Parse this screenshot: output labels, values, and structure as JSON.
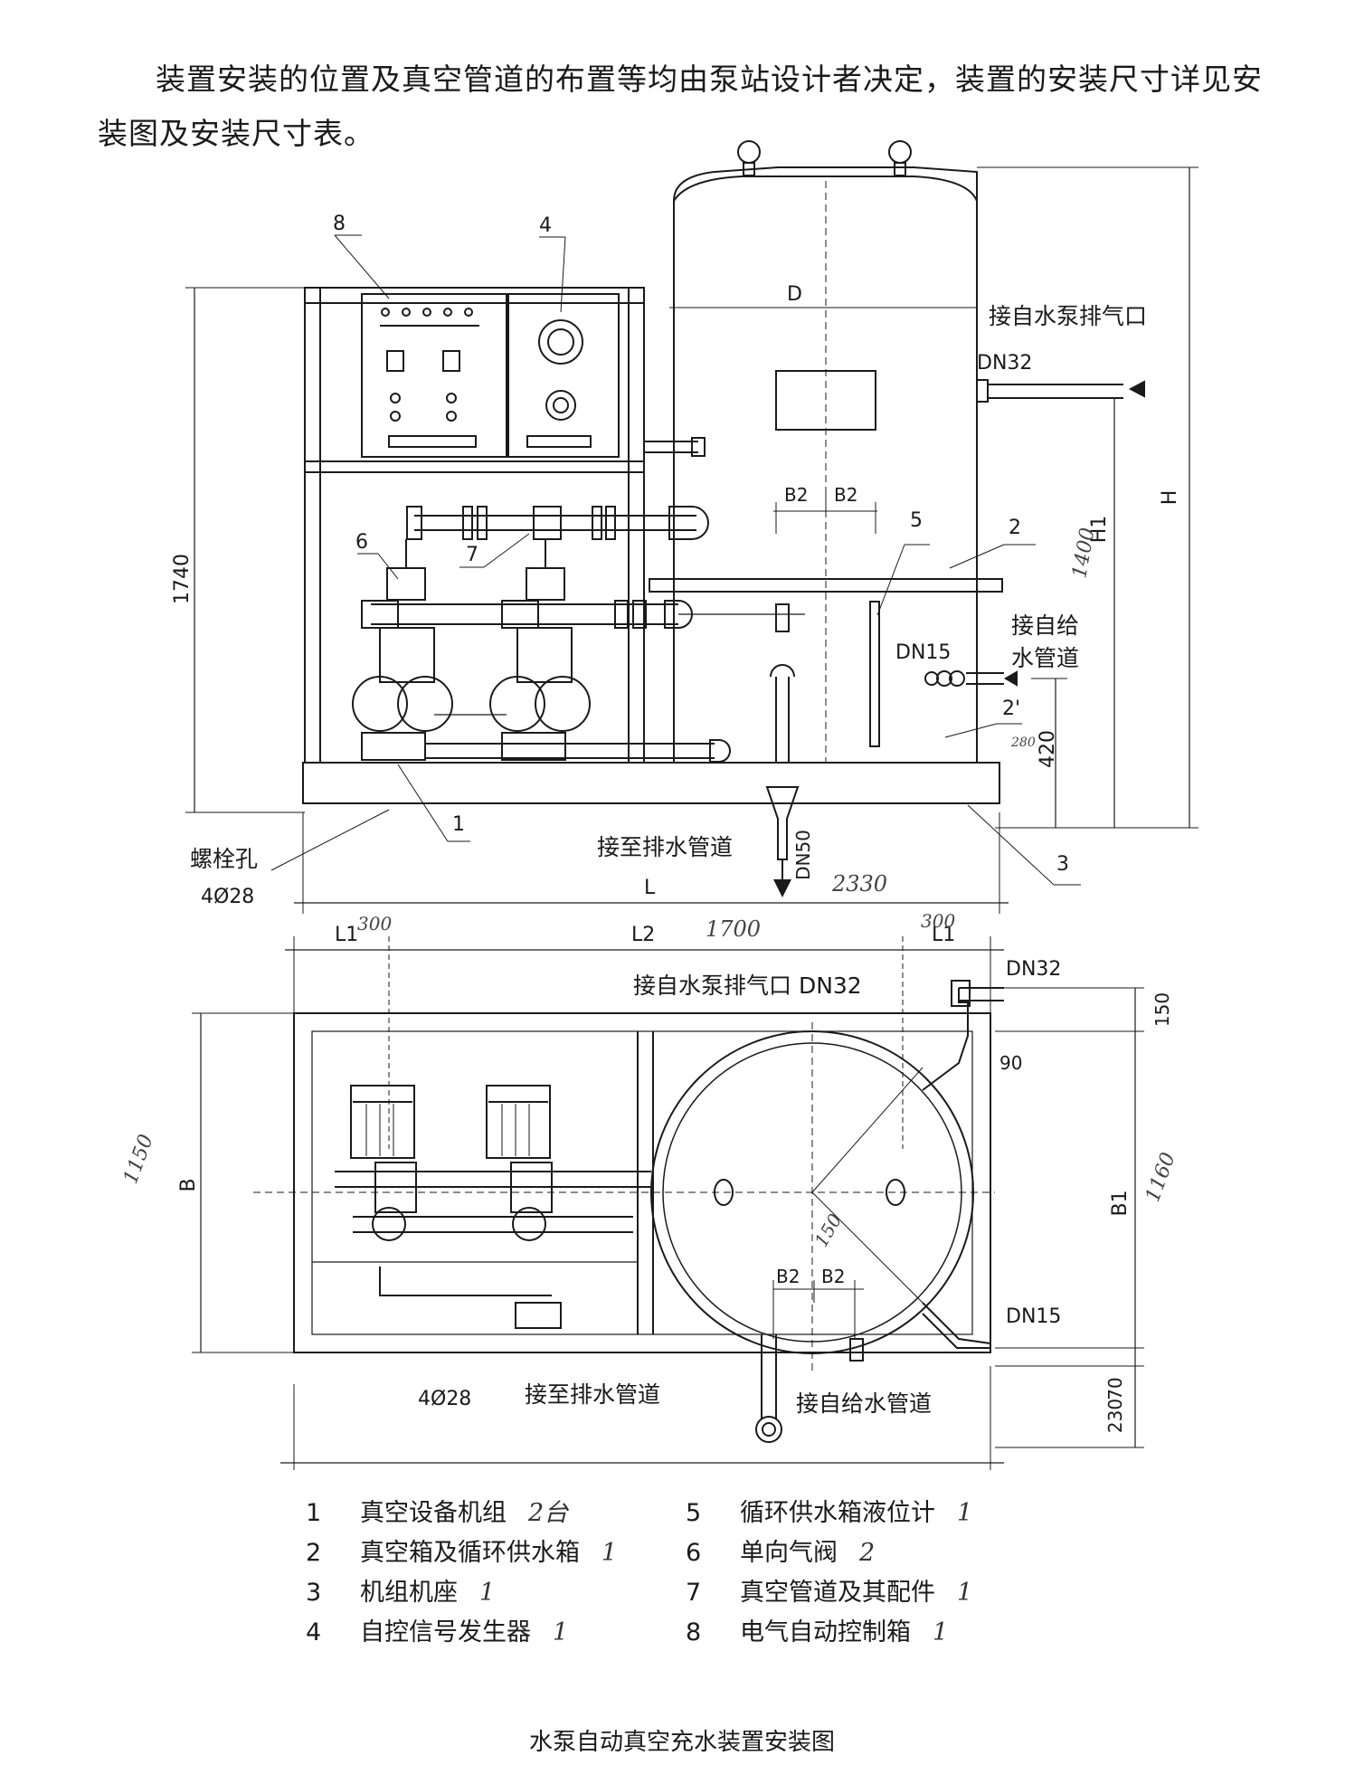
{
  "intro_text": "装置安装的位置及真空管道的布置等均由泵站设计者决定，装置的安装尺寸详见安装图及安装尺寸表。",
  "elevation": {
    "callouts": [
      "8",
      "4",
      "6",
      "7",
      "5",
      "2",
      "2'",
      "1",
      "3"
    ],
    "dim_1740": "1740",
    "dim_D": "D",
    "dim_H": "H",
    "dim_H1": "H1",
    "dim_420": "420",
    "dim_L": "L",
    "b2": "B2",
    "pump_exhaust": "接自水泵排气口",
    "dn32": "DN32",
    "water_supply_line1": "接自给",
    "water_supply_line2": "水管道",
    "dn15": "DN15",
    "drain": "接至排水管道",
    "dn50": "DN50",
    "bolt_hole": "螺栓孔",
    "bolt_spec": "4Ø28",
    "hw_1400": "1400",
    "hw_280": "280",
    "hw_2330": "2330"
  },
  "plan": {
    "dim_L1": "L1",
    "dim_L2": "L2",
    "dim_B": "B",
    "dim_B1": "B1",
    "pump_exhaust_dn32": "接自水泵排气口 DN32",
    "dn32": "DN32",
    "dn15": "DN15",
    "dim_150": "150",
    "dim_90": "90",
    "dim_70": "70",
    "dim_230": "230",
    "b2": "B2",
    "bolt_spec": "4Ø28",
    "drain": "接至排水管道",
    "water_supply": "接自给水管道",
    "hw_300a": "300",
    "hw_1700": "1700",
    "hw_300b": "300",
    "hw_1150": "1150",
    "hw_1160": "1160",
    "hw_150": "150"
  },
  "legend": [
    {
      "num": "1",
      "name": "真空设备机组",
      "qty": "2台"
    },
    {
      "num": "2",
      "name": "真空箱及循环供水箱",
      "qty": "1"
    },
    {
      "num": "3",
      "name": "机组机座",
      "qty": "1"
    },
    {
      "num": "4",
      "name": "自控信号发生器",
      "qty": "1"
    },
    {
      "num": "5",
      "name": "循环供水箱液位计",
      "qty": "1"
    },
    {
      "num": "6",
      "name": "单向气阀",
      "qty": "2"
    },
    {
      "num": "7",
      "name": "真空管道及其配件",
      "qty": "1"
    },
    {
      "num": "8",
      "name": "电气自动控制箱",
      "qty": "1"
    }
  ],
  "caption": "水泵自动真空充水装置安装图"
}
